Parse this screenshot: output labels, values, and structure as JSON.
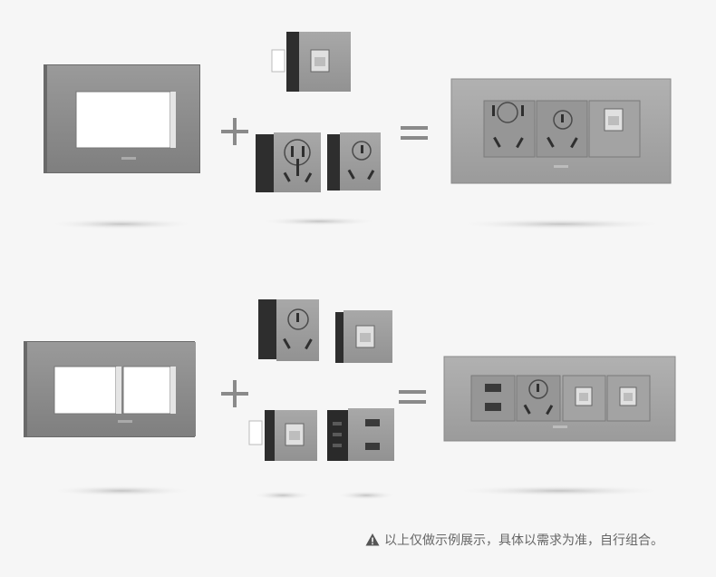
{
  "note": {
    "text": "以上仅做示例展示，具体以需求为准，自行组合。",
    "icon": "warning-triangle-icon"
  },
  "colors": {
    "background": "#f6f6f6",
    "frame": "#8e8e8e",
    "frame_dark": "#6e6e6e",
    "plate": "#a7a7a7",
    "module": "#9c9c9c",
    "module_side": "#2e2e2e",
    "symbols": "#4a4a4a"
  },
  "rows": [
    {
      "name": "row-1",
      "frame": "3-slot frame",
      "modules": [
        "network",
        "five-hole socket",
        "three-hole socket"
      ],
      "result": [
        "five-hole socket",
        "three-hole socket",
        "network"
      ]
    },
    {
      "name": "row-2",
      "frame": "4-slot frame",
      "modules": [
        "three-hole socket",
        "network",
        "network",
        "usb"
      ],
      "result": [
        "usb",
        "three-hole socket",
        "network",
        "network"
      ]
    }
  ],
  "operators": {
    "plus": "+",
    "equals": "="
  }
}
